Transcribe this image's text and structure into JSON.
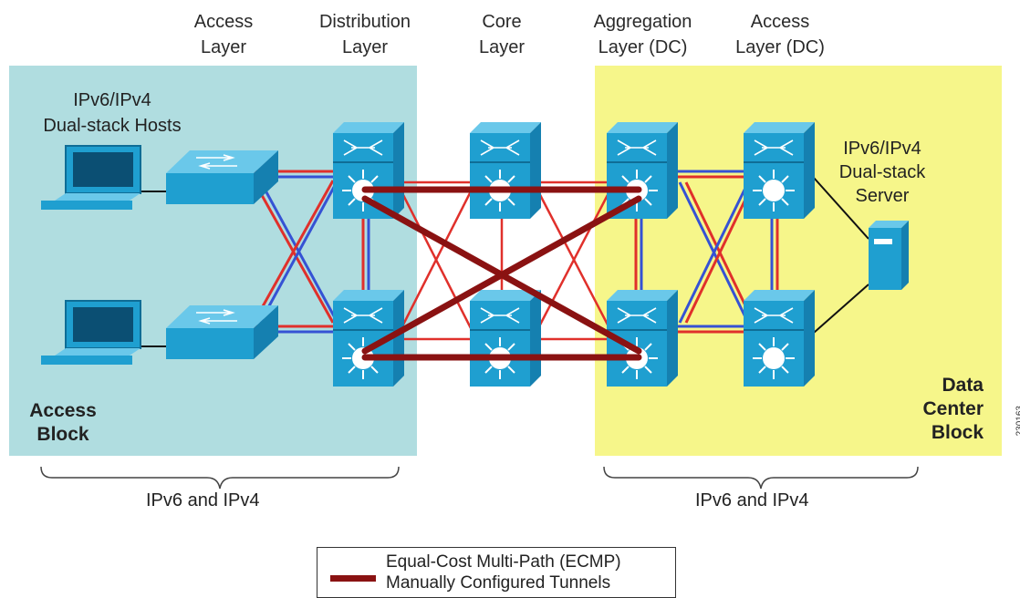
{
  "layers": {
    "access": [
      "Access",
      "Layer"
    ],
    "distribution": [
      "Distribution",
      "Layer"
    ],
    "core": [
      "Core",
      "Layer"
    ],
    "aggregation_dc": [
      "Aggregation",
      "Layer (DC)"
    ],
    "access_dc": [
      "Access",
      "Layer (DC)"
    ]
  },
  "hosts_label": [
    "IPv6/IPv4",
    "Dual-stack Hosts"
  ],
  "server_label": [
    "IPv6/IPv4",
    "Dual-stack",
    "Server"
  ],
  "blocks": {
    "access": [
      "Access",
      "Block"
    ],
    "data_center": [
      "Data",
      "Center",
      "Block"
    ]
  },
  "brace_labels": {
    "left": "IPv6 and IPv4",
    "right": "IPv6 and IPv4"
  },
  "legend": {
    "line1": "Equal-Cost Multi-Path (ECMP)",
    "line2": "Manually Configured Tunnels"
  },
  "figure_id": "230163",
  "colors": {
    "access_block_bg": "#b0dde0",
    "dc_block_bg": "#f6f68a",
    "device_blue": "#1f9fd0",
    "ipv4_link": "#e0302b",
    "ipv6_link": "#3552d4",
    "tunnel": "#8a1212"
  }
}
